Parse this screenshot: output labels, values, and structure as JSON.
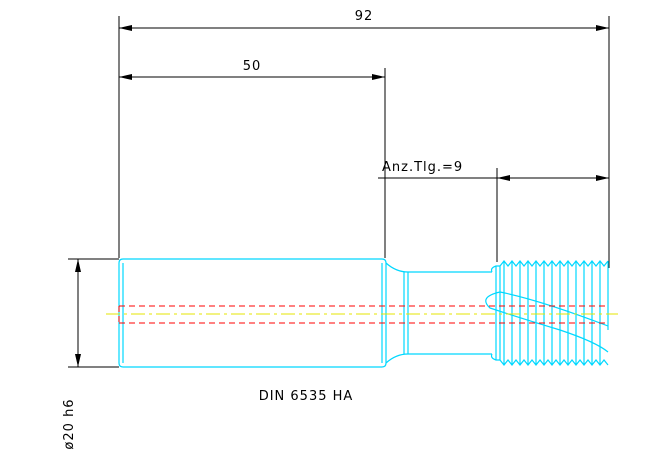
{
  "drawing": {
    "dimensions": {
      "overall_length": "92",
      "shank_length": "50",
      "thread_teeth": "Anz.Tlg.=9",
      "shank_diameter": "ø20 h6"
    },
    "standard_label": "DIN 6535 HA",
    "colors": {
      "background": "#ffffff",
      "outline": "#00d8ff",
      "dimension": "#000000",
      "hidden_line": "#ff0000",
      "center_line": "#e6e600"
    }
  }
}
